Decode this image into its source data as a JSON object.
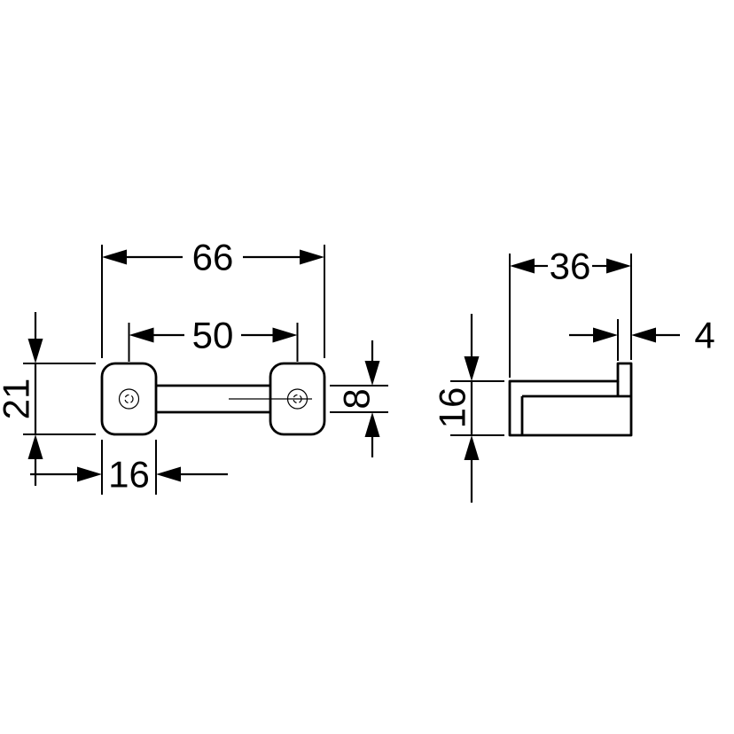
{
  "diagram": {
    "background_color": "#ffffff",
    "line_color": "#000000",
    "front_view": {
      "dim_overall_width": "66",
      "dim_hole_spacing": "50",
      "dim_height": "21",
      "dim_plate_width": "16",
      "dim_bar_height": "8"
    },
    "side_view": {
      "dim_depth": "36",
      "dim_tip_width": "4",
      "dim_height": "16"
    }
  }
}
